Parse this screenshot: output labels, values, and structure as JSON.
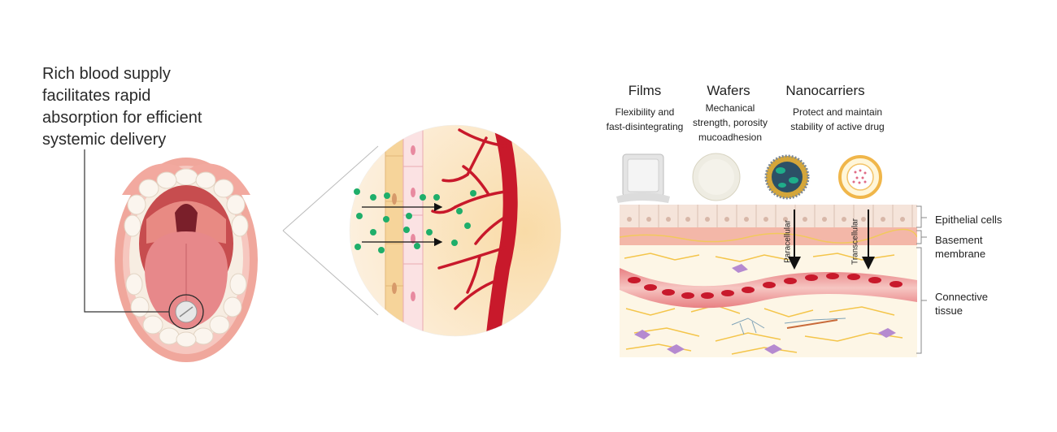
{
  "caption": {
    "lines": [
      "Rich blood supply",
      "facilitates rapid",
      "absorption for efficient",
      "systemic delivery"
    ]
  },
  "formulations": [
    {
      "title": "Films",
      "desc": [
        "Flexibility and",
        "fast-disintegrating"
      ]
    },
    {
      "title": "Wafers",
      "desc": [
        "Mechanical",
        "strength, porosity",
        "mucoadhesion"
      ]
    },
    {
      "title": "Nanocarriers",
      "desc": [
        "Protect and maintain",
        "stability of active drug"
      ]
    }
  ],
  "pathways": {
    "paracellular": "Paracellular",
    "transcellular": "Transcellular"
  },
  "layers": {
    "epithelial": "Epithelial cells",
    "basement": [
      "Basement",
      "membrane"
    ],
    "connective": [
      "Connective",
      "tissue"
    ]
  },
  "colors": {
    "tissue_pink": "#f2b5ab",
    "blood_red": "#c8192b",
    "drug_green": "#1fae6a",
    "epithelium": "#f5e4da",
    "connective_yellow": "#f4c54a"
  }
}
